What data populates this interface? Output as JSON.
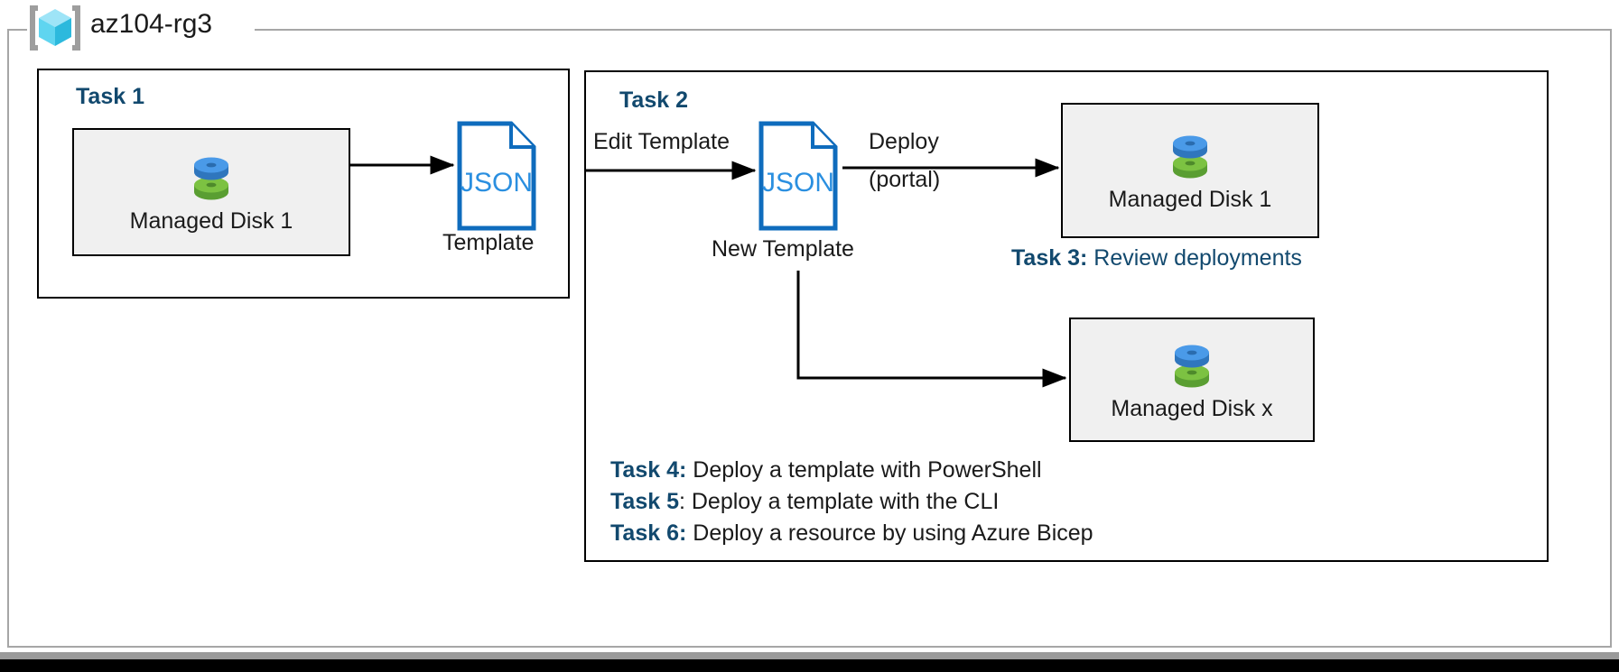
{
  "resource_group": {
    "name": "az104-rg3",
    "icon": "azure-resource-group-cube-icon"
  },
  "task1": {
    "heading": "Task 1",
    "resource": {
      "label": "Managed Disk 1",
      "icon": "managed-disk-icon"
    },
    "template": {
      "doc_text": "JSON",
      "caption": "Template",
      "icon": "json-file-icon"
    }
  },
  "task2": {
    "heading": "Task 2",
    "edit_arrow_label": "Edit Template",
    "new_template": {
      "doc_text": "JSON",
      "caption": "New Template",
      "icon": "json-file-icon"
    },
    "deploy_arrow_label": "Deploy",
    "deploy_arrow_sublabel": "(portal)",
    "deployed_resource": {
      "label": "Managed Disk 1",
      "icon": "managed-disk-icon"
    },
    "scaled_resource": {
      "label": "Managed Disk x",
      "icon": "managed-disk-icon"
    }
  },
  "task3": {
    "key": "Task 3:",
    "desc": " Review deployments"
  },
  "task_list": [
    {
      "key": "Task 4:",
      "desc": " Deploy a template with PowerShell"
    },
    {
      "key": "Task 5",
      "desc": ": Deploy a template with the CLI"
    },
    {
      "key": "Task 6:",
      "desc": " Deploy a resource by using Azure Bicep"
    }
  ],
  "colors": {
    "accent_blue": "#12496e",
    "json_outline": "#0f6cbd",
    "json_text": "#2a8fe0",
    "disk_blue": "#3d8fdd",
    "disk_green": "#6db33f",
    "frame_gray": "#a6a6a6",
    "resource_fill": "#f0f0f0"
  }
}
